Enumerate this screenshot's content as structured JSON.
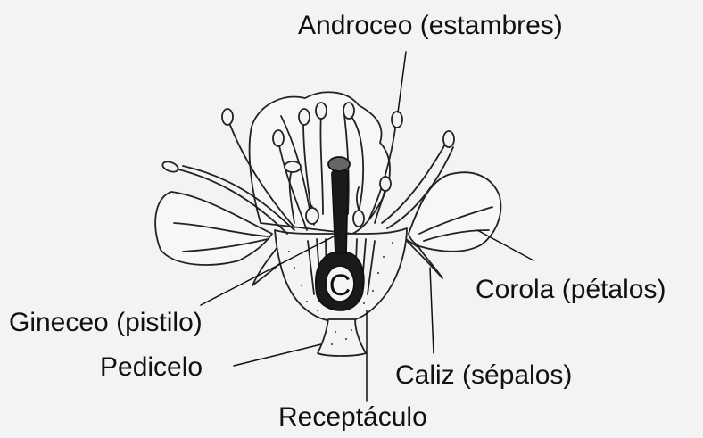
{
  "diagram": {
    "labels": {
      "androceo": "Androceo (estambres)",
      "corola": "Corola (pétalos)",
      "gineceo": "Gineceo (pistilo)",
      "pedicelo": "Pedicelo",
      "caliz": "Caliz (sépalos)",
      "receptaculo": "Receptáculo"
    },
    "ovary_mark": "C"
  }
}
